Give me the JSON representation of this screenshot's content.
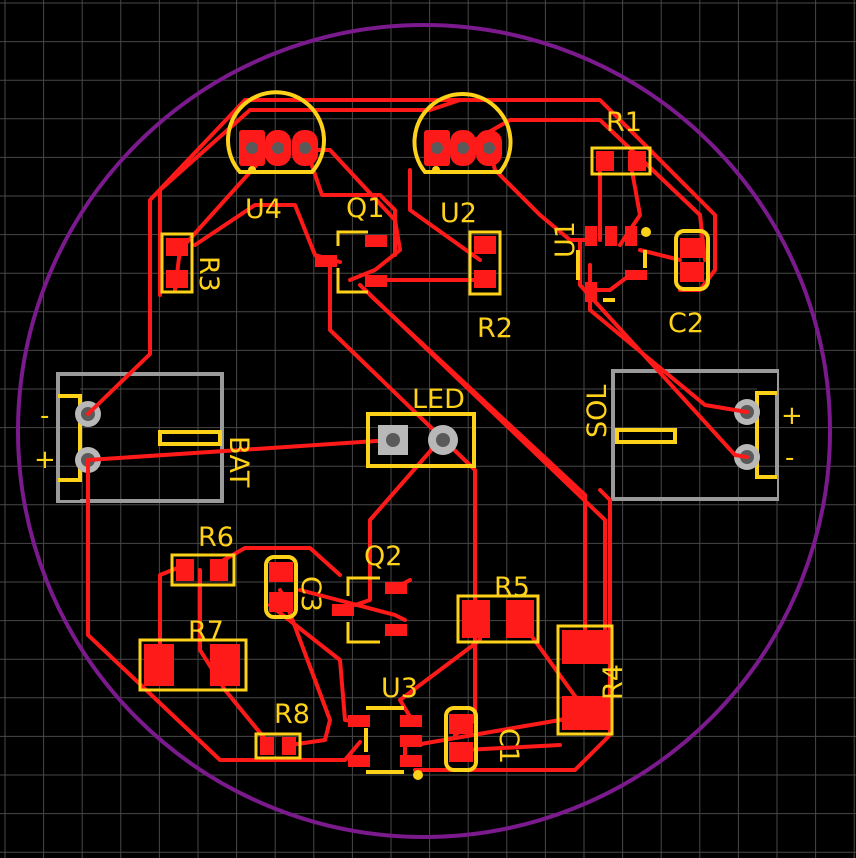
{
  "components": {
    "u4": "U4",
    "q1": "Q1",
    "u2": "U2",
    "r1": "R1",
    "u1": "U1",
    "c2": "C2",
    "r3": "R3",
    "r2": "R2",
    "led": "LED",
    "bat": "BAT",
    "sol": "SOL",
    "r6": "R6",
    "c3": "C3",
    "q2": "Q2",
    "r5": "R5",
    "r7": "R7",
    "r4": "R4",
    "r8": "R8",
    "u3": "U3",
    "c1": "C1"
  },
  "polarity": {
    "bat_minus": "-",
    "bat_plus": "+",
    "sol_plus": "+",
    "sol_minus": "-"
  },
  "colors": {
    "background": "#000000",
    "grid": "#5a5a5a",
    "outline": "#7a1a8c",
    "copper": "#ff1a1a",
    "silkscreen": "#ffd21a",
    "connector": "#9a9a9a"
  }
}
